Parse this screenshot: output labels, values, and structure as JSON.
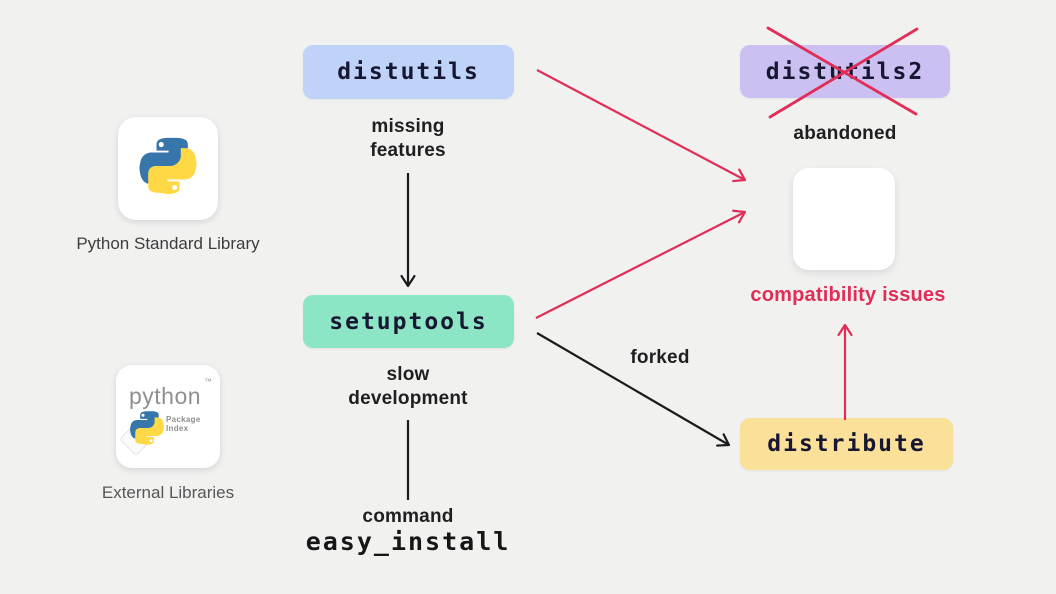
{
  "diagram": {
    "nodes": {
      "distutils": "distutils",
      "distutils2": "distutils2",
      "setuptools": "setuptools",
      "distribute": "distribute",
      "easy_install": "easy_install"
    },
    "labels": {
      "missing_features": "missing\nfeatures",
      "slow_development": "slow\ndevelopment",
      "command": "command",
      "forked": "forked",
      "abandoned": "abandoned",
      "compatibility_issues": "compatibility issues"
    },
    "legend": {
      "python_card_label": "Python Standard Library",
      "external_card_label": "External Libraries",
      "pypi_logo_text": "python",
      "pypi_logo_tm": "™",
      "pypi_logo_sub": "Package\nIndex"
    },
    "icons": {
      "python_logo": "python-logo",
      "pypi_logo": "pypi-logo"
    },
    "colors": {
      "background": "#f1f1f0",
      "distutils_bg": "#bfd2f8",
      "distutils2_bg": "#ccc0f3",
      "setuptools_bg": "#8ce5c4",
      "distribute_bg": "#fbe099",
      "red": "#e02e58",
      "black": "#1c1c1c",
      "python_blue": "#3776ab",
      "python_yellow": "#ffd845"
    }
  }
}
